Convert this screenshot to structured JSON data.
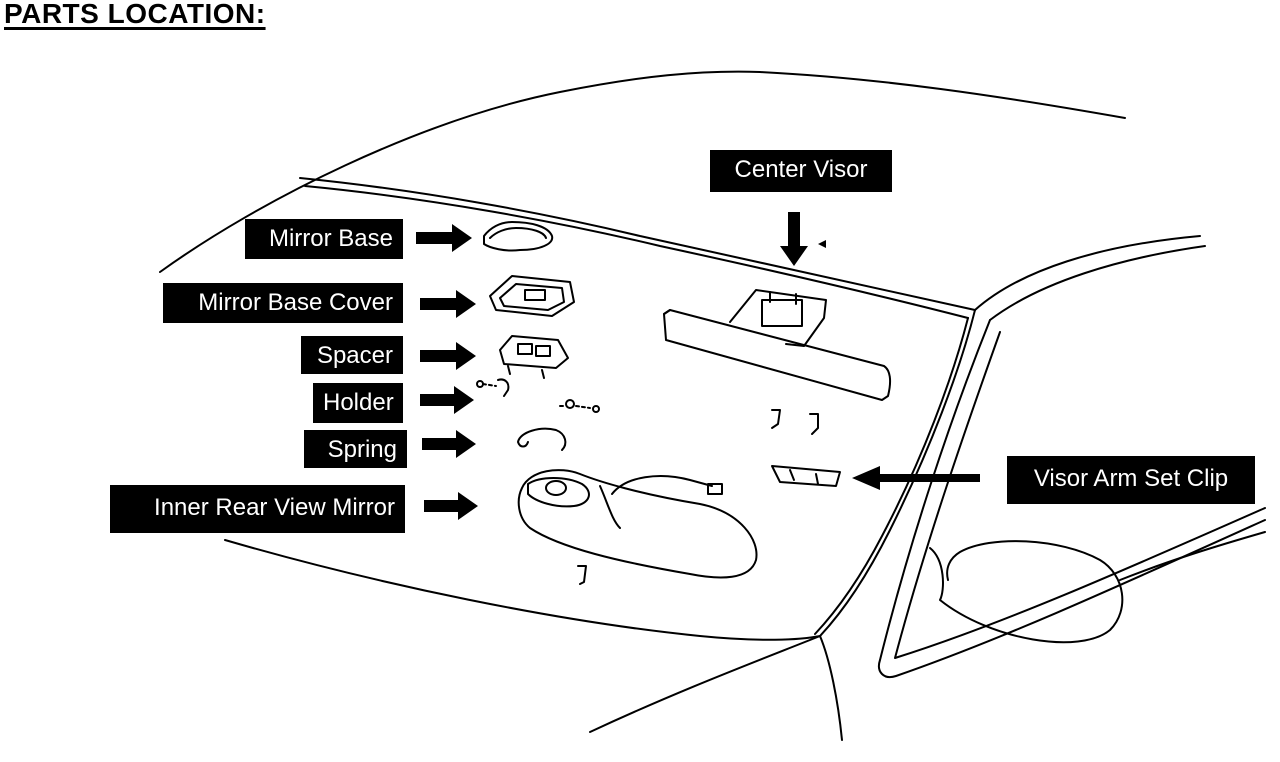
{
  "title": "PARTS LOCATION:",
  "labels": {
    "mirror_base": "Mirror Base",
    "mirror_base_cover": "Mirror Base Cover",
    "spacer": "Spacer",
    "holder": "Holder",
    "spring": "Spring",
    "inner_rear_view_mirror": "Inner Rear View Mirror",
    "center_visor": "Center Visor",
    "visor_arm_set_clip": "Visor Arm Set Clip"
  },
  "colors": {
    "ink": "#000000",
    "background": "#ffffff",
    "label_text": "#ffffff"
  }
}
